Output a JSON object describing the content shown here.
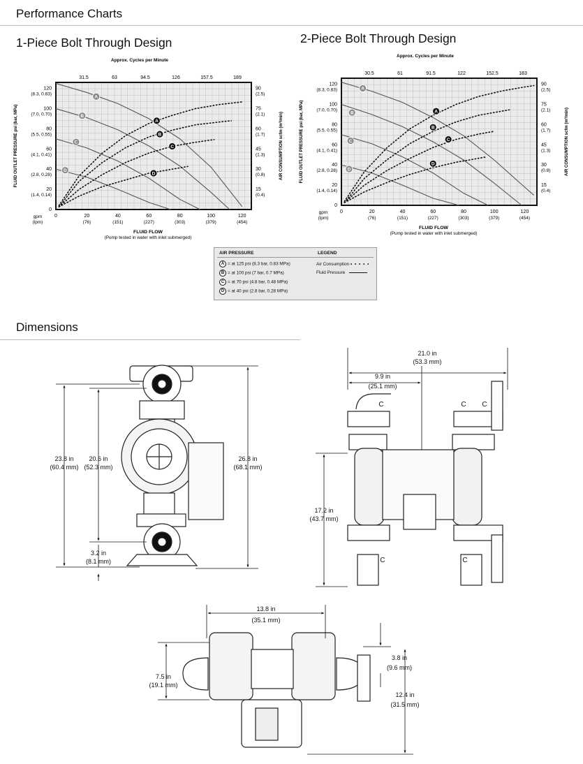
{
  "sections": {
    "performance_title": "Performance Charts",
    "dimensions_title": "Dimensions"
  },
  "chart_data": [
    {
      "type": "line",
      "title": "1-Piece Bolt Through Design",
      "top_axis_title": "Approx. Cycles per Minute",
      "top_ticks": [
        "31.5",
        "63",
        "94.5",
        "126",
        "157.5",
        "189"
      ],
      "xlabel": "FLUID FLOW",
      "xlabel_note": "(Pump tested in water with inlet submerged)",
      "x_unit_primary": "gpm",
      "x_unit_secondary": "(lpm)",
      "x_ticks": [
        {
          "v": 0,
          "a": "0",
          "b": ""
        },
        {
          "v": 20,
          "a": "20",
          "b": "(76)"
        },
        {
          "v": 40,
          "a": "40",
          "b": "(151)"
        },
        {
          "v": 60,
          "a": "60",
          "b": "(227)"
        },
        {
          "v": 80,
          "a": "80",
          "b": "(303)"
        },
        {
          "v": 100,
          "a": "100",
          "b": "(379)"
        },
        {
          "v": 120,
          "a": "120",
          "b": "(454)"
        }
      ],
      "xlim": [
        0,
        126
      ],
      "ylabel_left": "FLUID OUTLET PRESSURE psi (bar, MPa)",
      "ylim_left": [
        0,
        126
      ],
      "left_ticks": [
        {
          "v": 0,
          "a": "0",
          "b": ""
        },
        {
          "v": 20,
          "a": "20",
          "b": "(1.4, 0.14)"
        },
        {
          "v": 40,
          "a": "40",
          "b": "(2.8, 0.28)"
        },
        {
          "v": 60,
          "a": "60",
          "b": "(4.1, 0.41)"
        },
        {
          "v": 80,
          "a": "80",
          "b": "(5.5, 0.55)"
        },
        {
          "v": 100,
          "a": "100",
          "b": "(7.0, 0.70)"
        },
        {
          "v": 120,
          "a": "120",
          "b": "(8.3, 0.83)"
        }
      ],
      "ylabel_right": "AIR CONSUMPTION scfm (m³/min)",
      "ylim_right": [
        0,
        94.5
      ],
      "right_ticks": [
        {
          "v": 15,
          "a": "15",
          "b": "(0.4)"
        },
        {
          "v": 30,
          "a": "30",
          "b": "(0.8)"
        },
        {
          "v": 45,
          "a": "45",
          "b": "(1.3)"
        },
        {
          "v": 60,
          "a": "60",
          "b": "(1.7)"
        },
        {
          "v": 75,
          "a": "75",
          "b": "(2.1)"
        },
        {
          "v": 90,
          "a": "90",
          "b": "(2.5)"
        }
      ],
      "grid": true,
      "series": [
        {
          "name": "A",
          "kind": "fluid",
          "x": [
            0,
            20,
            40,
            60,
            80,
            100,
            120
          ],
          "y": [
            125,
            116,
            105,
            90,
            70,
            42,
            3
          ]
        },
        {
          "name": "B",
          "kind": "fluid",
          "x": [
            0,
            20,
            40,
            60,
            80,
            100,
            112
          ],
          "y": [
            100,
            91,
            79,
            63,
            43,
            17,
            0
          ]
        },
        {
          "name": "C",
          "kind": "fluid",
          "x": [
            0,
            20,
            40,
            60,
            80,
            93
          ],
          "y": [
            70,
            61,
            48,
            31,
            10,
            0
          ]
        },
        {
          "name": "D",
          "kind": "fluid",
          "x": [
            0,
            20,
            40,
            60,
            74
          ],
          "y": [
            40,
            32,
            20,
            7,
            0
          ]
        },
        {
          "name": "A",
          "kind": "air",
          "x": [
            2,
            15,
            30,
            45,
            60,
            75,
            90,
            105,
            120
          ],
          "y": [
            3,
            25,
            42,
            55,
            64,
            70,
            75,
            78,
            80
          ]
        },
        {
          "name": "B",
          "kind": "air",
          "x": [
            2,
            15,
            30,
            45,
            60,
            75,
            90,
            105,
            113
          ],
          "y": [
            2,
            21,
            35,
            46,
            54,
            59,
            63,
            65,
            66
          ]
        },
        {
          "name": "C",
          "kind": "air",
          "x": [
            2,
            15,
            30,
            45,
            60,
            75,
            90,
            102
          ],
          "y": [
            2,
            15,
            26,
            35,
            42,
            47,
            50,
            52
          ]
        },
        {
          "name": "D",
          "kind": "air",
          "x": [
            2,
            15,
            30,
            45,
            60,
            75,
            85
          ],
          "y": [
            2,
            10,
            17,
            22,
            27,
            30,
            32
          ]
        }
      ],
      "markers": [
        {
          "label": "A",
          "kind": "fluid",
          "x": 26,
          "y": 112
        },
        {
          "label": "B",
          "kind": "fluid",
          "x": 17,
          "y": 93
        },
        {
          "label": "C",
          "kind": "fluid",
          "x": 13,
          "y": 67
        },
        {
          "label": "D",
          "kind": "fluid",
          "x": 6,
          "y": 39
        },
        {
          "label": "A",
          "kind": "air",
          "x": 65,
          "y": 66
        },
        {
          "label": "B",
          "kind": "air",
          "x": 67,
          "y": 56
        },
        {
          "label": "C",
          "kind": "air",
          "x": 75,
          "y": 47
        },
        {
          "label": "D",
          "kind": "air",
          "x": 63,
          "y": 27
        }
      ]
    },
    {
      "type": "line",
      "title": "2-Piece Bolt Through Design",
      "top_axis_title": "Approx. Cycles per Minute",
      "top_ticks": [
        "30.5",
        "61",
        "91.5",
        "122",
        "152.5",
        "183"
      ],
      "xlabel": "FLUID FLOW",
      "xlabel_note": "(Pump tested in water with inlet submerged)",
      "x_unit_primary": "gpm",
      "x_unit_secondary": "(lpm)",
      "x_ticks": [
        {
          "v": 0,
          "a": "0",
          "b": ""
        },
        {
          "v": 20,
          "a": "20",
          "b": "(76)"
        },
        {
          "v": 40,
          "a": "40",
          "b": "(151)"
        },
        {
          "v": 60,
          "a": "60",
          "b": "(227)"
        },
        {
          "v": 80,
          "a": "80",
          "b": "(303)"
        },
        {
          "v": 100,
          "a": "100",
          "b": "(379)"
        },
        {
          "v": 120,
          "a": "120",
          "b": "(454)"
        }
      ],
      "xlim": [
        0,
        128
      ],
      "ylabel_left": "FLUID OUTLET PRESSURE psi (bar, MPa)",
      "ylim_left": [
        0,
        126
      ],
      "left_ticks": [
        {
          "v": 0,
          "a": "0",
          "b": ""
        },
        {
          "v": 20,
          "a": "20",
          "b": "(1.4, 0.14)"
        },
        {
          "v": 40,
          "a": "40",
          "b": "(2.8, 0.28)"
        },
        {
          "v": 60,
          "a": "60",
          "b": "(4.1, 0.41)"
        },
        {
          "v": 80,
          "a": "80",
          "b": "(5.5, 0.55)"
        },
        {
          "v": 100,
          "a": "100",
          "b": "(7.0, 0.70)"
        },
        {
          "v": 120,
          "a": "120",
          "b": "(8.3, 0.83)"
        }
      ],
      "ylabel_right": "AIR CONSUMPTION scfm (m³/min)",
      "ylim_right": [
        0,
        94.5
      ],
      "right_ticks": [
        {
          "v": 15,
          "a": "15",
          "b": "(0.4)"
        },
        {
          "v": 30,
          "a": "30",
          "b": "(0.8)"
        },
        {
          "v": 45,
          "a": "45",
          "b": "(1.3)"
        },
        {
          "v": 60,
          "a": "60",
          "b": "(1.7)"
        },
        {
          "v": 75,
          "a": "75",
          "b": "(2.1)"
        },
        {
          "v": 90,
          "a": "90",
          "b": "(2.5)"
        }
      ],
      "grid": true,
      "series": [
        {
          "name": "A",
          "kind": "fluid",
          "x": [
            0,
            20,
            40,
            60,
            80,
            100,
            120,
            126
          ],
          "y": [
            122,
            113,
            102,
            87,
            69,
            45,
            18,
            10
          ]
        },
        {
          "name": "B",
          "kind": "fluid",
          "x": [
            0,
            20,
            40,
            60,
            80,
            100,
            118
          ],
          "y": [
            100,
            90,
            78,
            63,
            45,
            22,
            0
          ]
        },
        {
          "name": "C",
          "kind": "fluid",
          "x": [
            0,
            20,
            40,
            60,
            80,
            96
          ],
          "y": [
            70,
            61,
            48,
            32,
            12,
            0
          ]
        },
        {
          "name": "D",
          "kind": "fluid",
          "x": [
            0,
            20,
            40,
            60,
            77
          ],
          "y": [
            40,
            32,
            20,
            7,
            0
          ]
        },
        {
          "name": "A",
          "kind": "air",
          "x": [
            2,
            15,
            30,
            45,
            60,
            75,
            90,
            105,
            120,
            126
          ],
          "y": [
            3,
            25,
            43,
            57,
            67,
            75,
            81,
            85,
            88,
            89
          ]
        },
        {
          "name": "B",
          "kind": "air",
          "x": [
            2,
            15,
            30,
            45,
            60,
            75,
            90,
            105,
            110
          ],
          "y": [
            2,
            20,
            34,
            46,
            55,
            62,
            67,
            70,
            71
          ]
        },
        {
          "name": "C",
          "kind": "air",
          "x": [
            2,
            15,
            30,
            45,
            60,
            75,
            90,
            100
          ],
          "y": [
            2,
            15,
            26,
            35,
            43,
            49,
            53,
            55
          ]
        },
        {
          "name": "D",
          "kind": "air",
          "x": [
            2,
            15,
            30,
            45,
            60,
            75,
            90,
            95
          ],
          "y": [
            2,
            10,
            17,
            23,
            28,
            32,
            35,
            36
          ]
        }
      ],
      "markers": [
        {
          "label": "A",
          "kind": "fluid",
          "x": 14,
          "y": 116
        },
        {
          "label": "B",
          "kind": "fluid",
          "x": 7,
          "y": 92
        },
        {
          "label": "C",
          "kind": "fluid",
          "x": 6,
          "y": 64
        },
        {
          "label": "D",
          "kind": "fluid",
          "x": 5,
          "y": 36
        },
        {
          "label": "A",
          "kind": "air",
          "x": 62,
          "y": 70
        },
        {
          "label": "B",
          "kind": "air",
          "x": 60,
          "y": 58
        },
        {
          "label": "C",
          "kind": "air",
          "x": 70,
          "y": 49
        },
        {
          "label": "D",
          "kind": "air",
          "x": 60,
          "y": 31
        }
      ]
    }
  ],
  "legend": {
    "air_header": "AIR PRESSURE",
    "legend_header": "LEGEND",
    "rows": [
      {
        "mark": "A",
        "text": "= at 125 psi (8.3 bar, 0.83 MPa)"
      },
      {
        "mark": "B",
        "text": "= at 100 psi (7 bar, 0.7 MPa)"
      },
      {
        "mark": "C",
        "text": "= at 70 psi (4.8 bar, 0.48 MPa)"
      },
      {
        "mark": "D",
        "text": "= at 40 psi (2.8 bar, 0.28 MPa)"
      }
    ],
    "air_consumption": "Air Consumption",
    "fluid_pressure": "Fluid Pressure"
  },
  "dimensions": {
    "front": {
      "overall_in": "23.8 in",
      "overall_mm": "(60.4 mm)",
      "ports_in": "20.6 in",
      "ports_mm": "(52.3 mm)",
      "height_in": "26.8 in",
      "height_mm": "(68.1 mm)",
      "base_in": "3.2 in",
      "base_mm": "(8.1 mm)"
    },
    "side": {
      "width_in": "21.0 in",
      "width_mm": "(53.3 mm)",
      "offset_in": "9.9 in",
      "offset_mm": "(25.1 mm)",
      "height_in": "17.2 in",
      "height_mm": "(43.7 mm)",
      "c_label": "C"
    },
    "top": {
      "width_in": "13.8 in",
      "width_mm": "(35.1 mm)",
      "depth_in": "7.5 in",
      "depth_mm": "(19.1 mm)",
      "port_in": "3.8 in",
      "port_mm": "(9.6 mm)",
      "overall_in": "12.4 in",
      "overall_mm": "(31.5 mm)"
    }
  }
}
